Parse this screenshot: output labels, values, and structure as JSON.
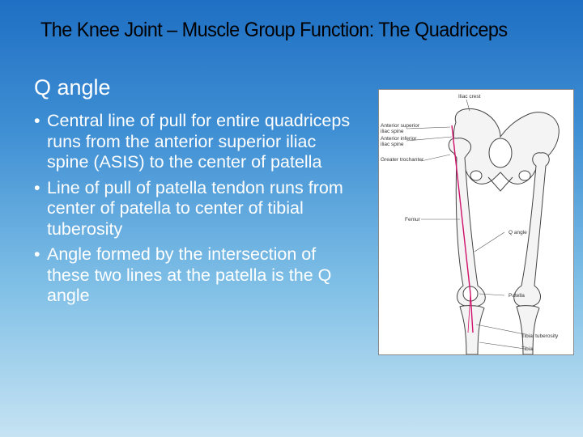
{
  "slide": {
    "title": "The Knee Joint – Muscle Group Function: The Quadriceps",
    "subtitle": "Q angle",
    "bullets": [
      "Central line of pull for entire quadriceps runs from the anterior superior iliac spine (ASIS) to the center of patella",
      "Line of pull of patella tendon runs from center of patella to center of tibial tuberosity",
      "Angle formed by the intersection of these two lines at the patella is the Q angle"
    ],
    "bullet_glyph": "•"
  },
  "figure": {
    "labels": {
      "iliac_crest": "Iliac crest",
      "asis_1": "Anterior superior",
      "asis_2": "iliac spine",
      "aiis_1": "Anterior inferior",
      "aiis_2": "iliac spine",
      "greater_trochanter": "Greater trochanter",
      "femur": "Femur",
      "q_angle": "Q angle",
      "patella": "Patella",
      "tibial_tuberosity": "Tibial tuberosity",
      "tibia": "Tibia"
    },
    "line_color": "#d0106a",
    "leader_color": "#555555",
    "bone_color": "#f4f4f4"
  }
}
